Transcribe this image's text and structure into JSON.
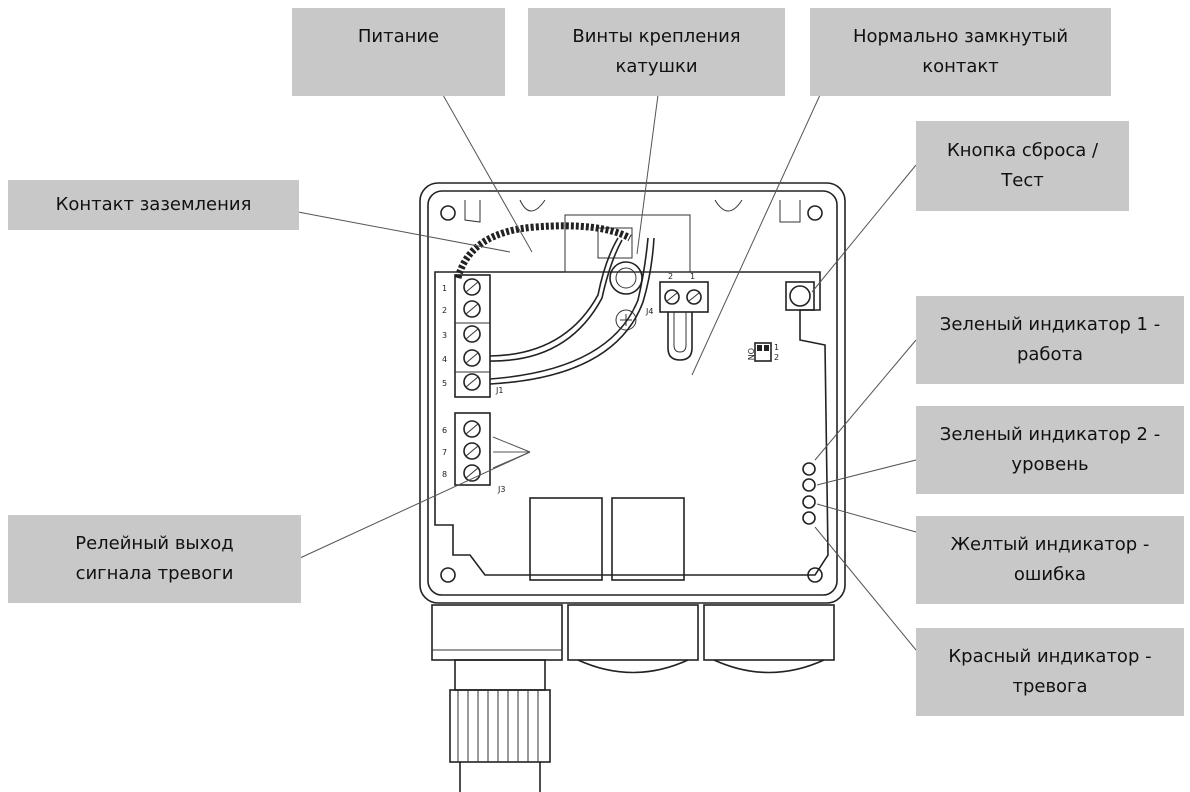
{
  "callouts": {
    "power": "Питание",
    "coil_screws": "Винты крепления катушки",
    "nc_contact": "Нормально замкнутый контакт",
    "ground_contact": "Контакт заземления",
    "reset_test_button": "Кнопка сброса / Тест",
    "green_led_1": "Зеленый индикатор 1 - работа",
    "green_led_2": "Зеленый индикатор 2 - уровень",
    "yellow_led": "Желтый индикатор - ошибка",
    "red_led": "Красный индикатор - тревога",
    "relay_alarm_output": "Релейный выход сигнала тревоги"
  },
  "board_labels": {
    "terminal_j1": "J1",
    "terminal_j3": "J3",
    "terminal_j4": "J4",
    "j1_pins": [
      "1",
      "2",
      "3",
      "4",
      "5"
    ],
    "j3_pins": [
      "6",
      "7",
      "8"
    ],
    "j4_pins": [
      "2",
      "1"
    ],
    "dip_switch_on": "ON",
    "dip_switch_pins": [
      "1",
      "2"
    ]
  }
}
